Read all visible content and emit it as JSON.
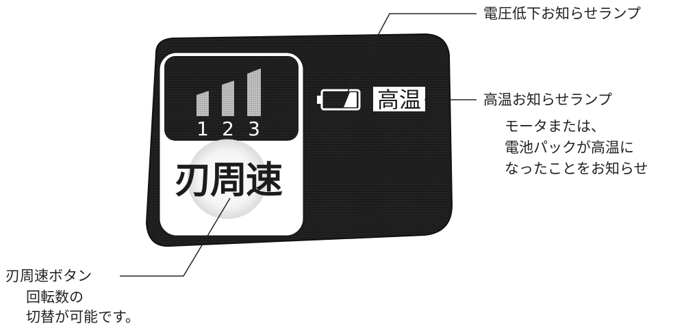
{
  "panel": {
    "speed_levels": [
      "1",
      "2",
      "3"
    ],
    "button_text": "刃周速",
    "high_temp_text": "高温"
  },
  "callouts": {
    "low_voltage": {
      "title": "電圧低下お知らせランプ"
    },
    "high_temp": {
      "title": "高温お知らせランプ",
      "desc_lines": [
        "モータまたは、",
        "電池パックが高温に",
        "なったことをお知らせ"
      ]
    },
    "speed_button": {
      "title": "刃周速ボタン",
      "desc_lines": [
        "回転数の",
        "切替が可能です。"
      ]
    }
  },
  "colors": {
    "panel_dark": "#1c1c1c",
    "panel_light": "#ffffff",
    "bar_gray": "#a8a8a8",
    "leader_line": "#222222"
  },
  "icons": [
    "battery-icon",
    "speed-bars-icon"
  ]
}
